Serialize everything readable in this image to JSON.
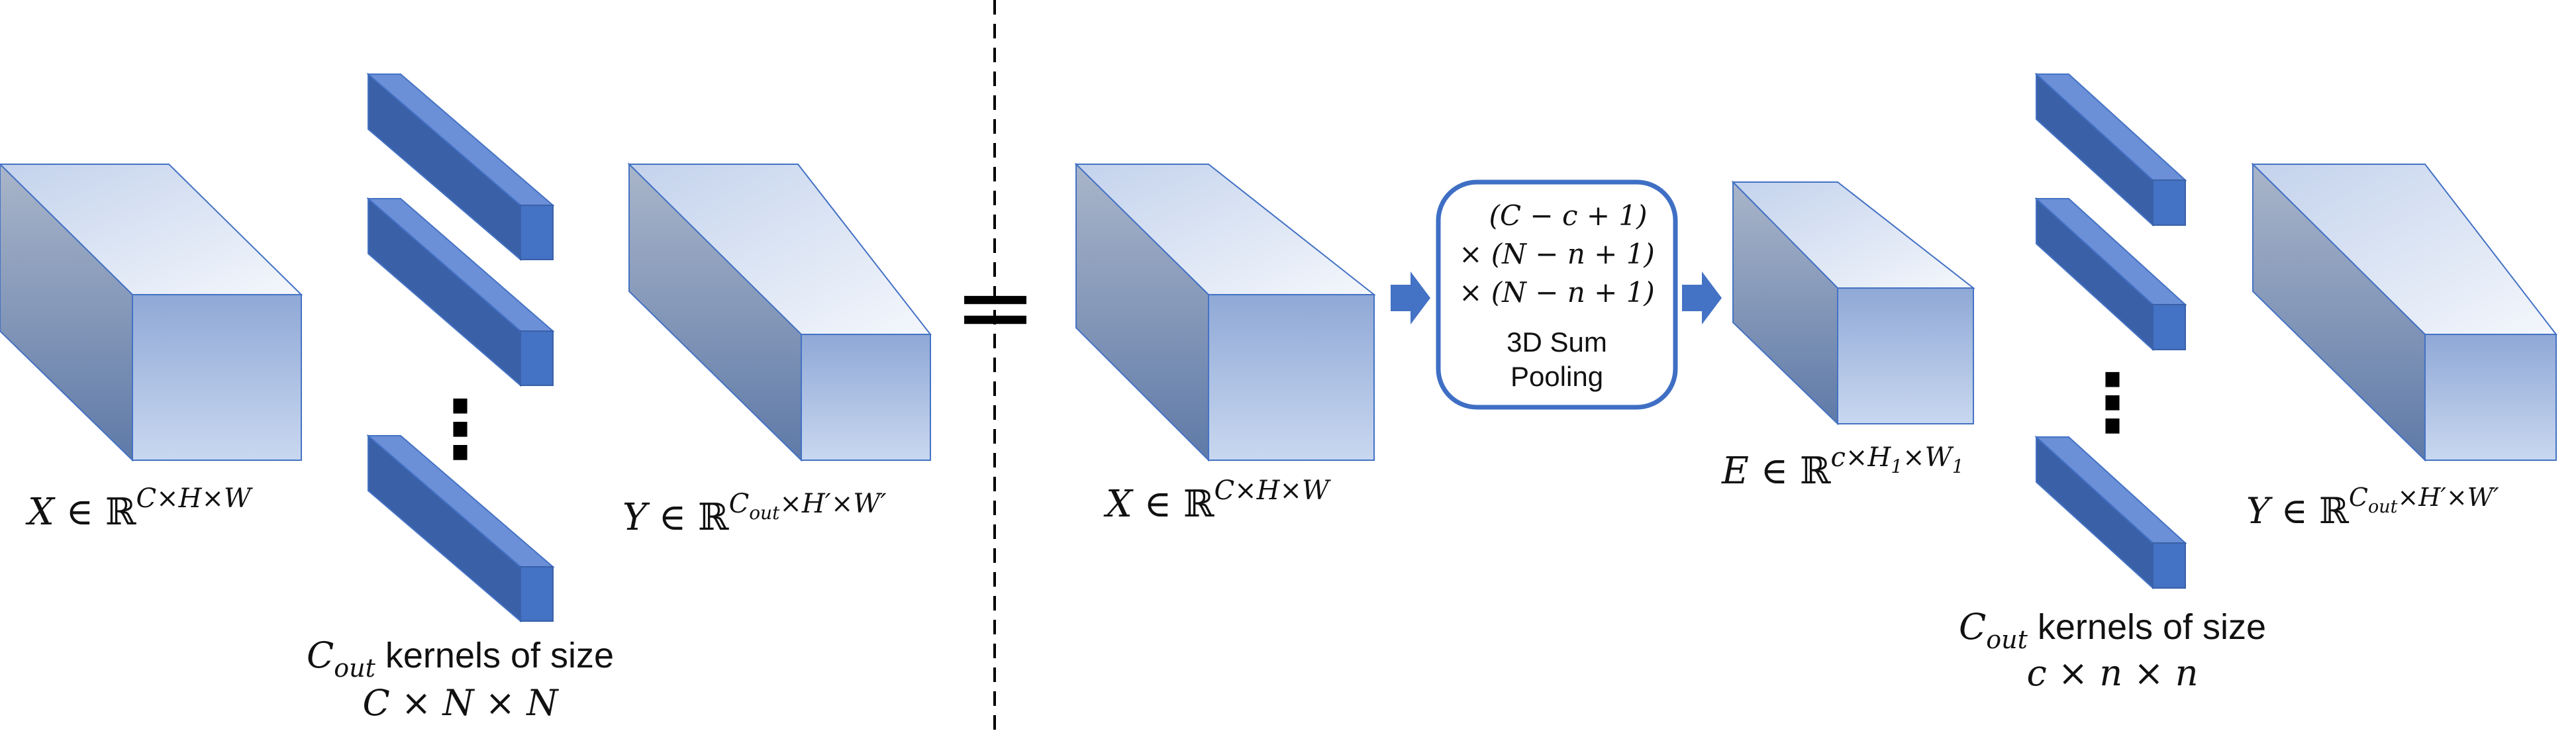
{
  "colors": {
    "cube_edge": "#4472c4",
    "kernel_front": "#4472c4",
    "kernel_top": "#6b90d8",
    "kernel_side": "#3a61a8",
    "arrow": "#4472c4",
    "pool_border": "#3f6fc4"
  },
  "left": {
    "input_label": {
      "var": "X",
      "rel": " ∈ ",
      "set": "ℝ",
      "sup": "C×H×W"
    },
    "kernels_ellipsis": "⋮",
    "kernels_caption_line1_var": "C",
    "kernels_caption_line1_sub": "out",
    "kernels_caption_line1_text": " kernels of size",
    "kernels_caption_line2": "C × N × N",
    "output_label": {
      "var": "Y",
      "rel": " ∈ ",
      "set": "ℝ",
      "sup_main": "C",
      "sup_sub": "out",
      "sup_rest": "×H′×W′"
    }
  },
  "equals_sign": "=",
  "right": {
    "input_label": {
      "var": "X",
      "rel": " ∈ ",
      "set": "ℝ",
      "sup": "C×H×W"
    },
    "pooling": {
      "line1": "(C − c + 1)",
      "line2": "× (N − n + 1)",
      "line3": "× (N − n + 1)",
      "title_line1": "3D Sum",
      "title_line2": "Pooling"
    },
    "pooled_label": {
      "var": "E",
      "rel": " ∈ ",
      "set": "ℝ",
      "sup_main": "c×H",
      "sub1": "1",
      "sup_mid": "×W",
      "sub2": "1"
    },
    "kernels_ellipsis": "⋮",
    "kernels_caption_line1_var": "C",
    "kernels_caption_line1_sub": "out",
    "kernels_caption_line1_text": " kernels of size",
    "kernels_caption_line2": "c × n × n",
    "output_label": {
      "var": "Y",
      "rel": " ∈ ",
      "set": "ℝ",
      "sup_main": "C",
      "sup_sub": "out",
      "sup_rest": "×H′×W′"
    }
  }
}
